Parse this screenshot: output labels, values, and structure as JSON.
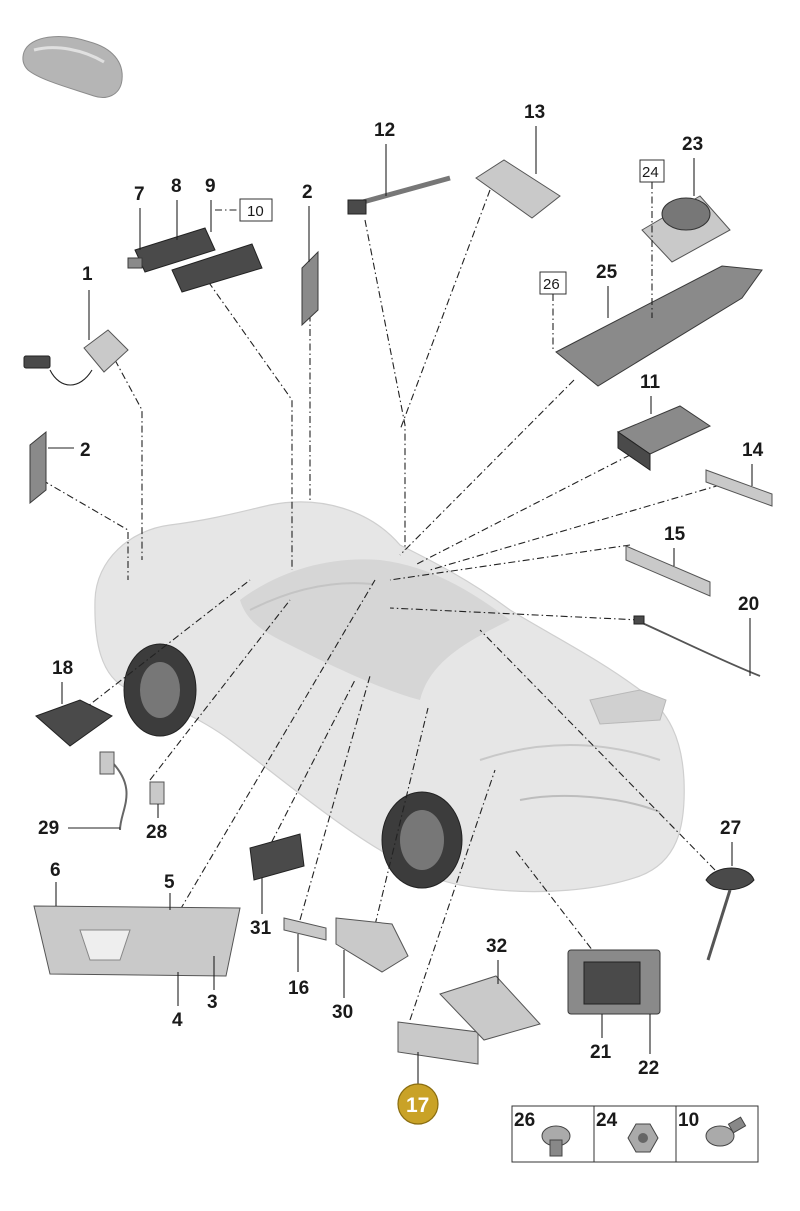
{
  "labels": {
    "p1": "1",
    "p2a": "2",
    "p2b": "2",
    "p3": "3",
    "p4": "4",
    "p5": "5",
    "p6": "6",
    "p7": "7",
    "p8": "8",
    "p9": "9",
    "p10": "10",
    "p11": "11",
    "p12": "12",
    "p13": "13",
    "p14": "14",
    "p15": "15",
    "p16": "16",
    "p17": "17",
    "p18": "18",
    "p20": "20",
    "p21": "21",
    "p22": "22",
    "p23": "23",
    "p24": "24",
    "p25": "25",
    "p26": "26",
    "p27": "27",
    "p28": "28",
    "p29": "29",
    "p30": "30",
    "p31": "31",
    "p32": "32"
  },
  "highlight": {
    "part": "17",
    "color": "#c9a227"
  },
  "legend": [
    {
      "label": "26",
      "icon": "flange-bolt-icon"
    },
    {
      "label": "24",
      "icon": "hex-nut-icon"
    },
    {
      "label": "10",
      "icon": "torx-screw-icon"
    }
  ]
}
